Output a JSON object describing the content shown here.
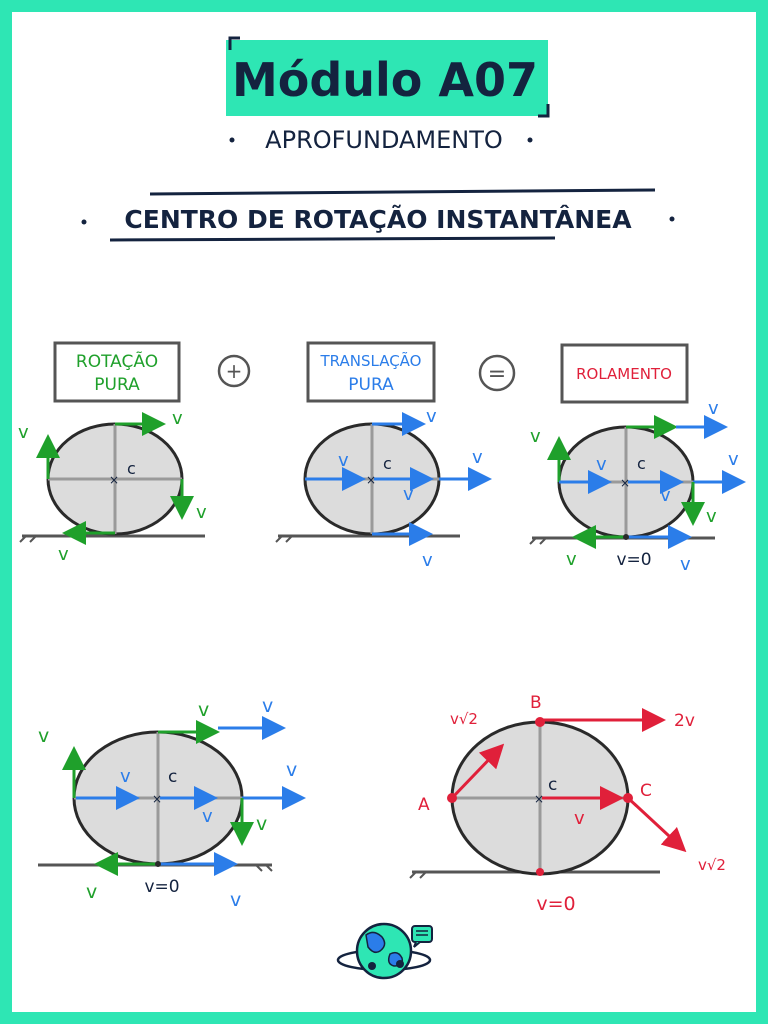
{
  "header": {
    "module_title": "Módulo A07",
    "subtitle": "APROFUNDAMENTO",
    "topic": "CENTRO DE ROTAÇÃO INSTANTÂNEA"
  },
  "panels": {
    "rotation_label_1": "ROTAÇÃO",
    "rotation_label_2": "PURA",
    "plus_symbol": "+",
    "translation_label_1": "TRANSLAÇÃO",
    "translation_label_2": "PURA",
    "equals_symbol": "=",
    "rolling_label": "ROLAMENTO"
  },
  "labels": {
    "v": "v",
    "center": "c",
    "v_zero": "v=0",
    "v_root2": "v√2",
    "two_v": "2v",
    "point_a": "A",
    "point_b": "B",
    "point_c": "C"
  },
  "colors": {
    "accent": "#2ee6b4",
    "navy": "#14233f",
    "green": "#1fa02b",
    "blue": "#2b7de9",
    "red": "#e0203a",
    "wheel_fill": "#dcdcdc",
    "spoke": "#9a9a9a"
  },
  "icons": [
    "globe-mascot-icon",
    "speech-bubble-icon"
  ]
}
